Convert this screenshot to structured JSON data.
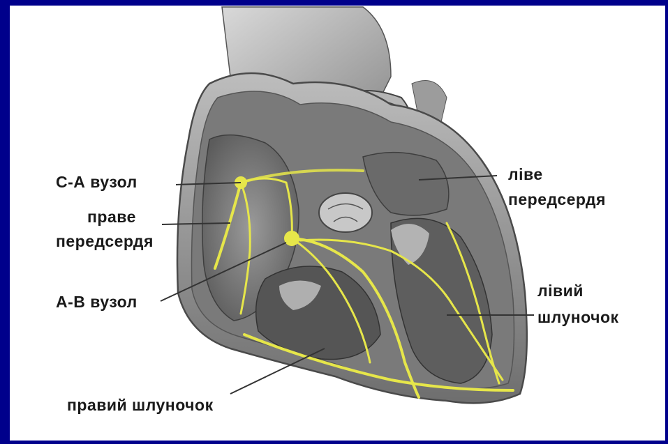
{
  "labels": {
    "sa_node": "С-А вузол",
    "right_atrium_1": "праве",
    "right_atrium_2": "передсердя",
    "av_node": "А-В вузол",
    "right_ventricle": "правий шлуночок",
    "left_atrium_1": "ліве",
    "left_atrium_2": "передсердя",
    "left_ventricle_1": "лівий",
    "left_ventricle_2": "шлуночок"
  },
  "colors": {
    "slide_background": "#00008b",
    "panel_background": "#ffffff",
    "conduction_system": "#e6e64a",
    "tissue": "#8c8c8c",
    "label_text": "#1a1a1a"
  }
}
